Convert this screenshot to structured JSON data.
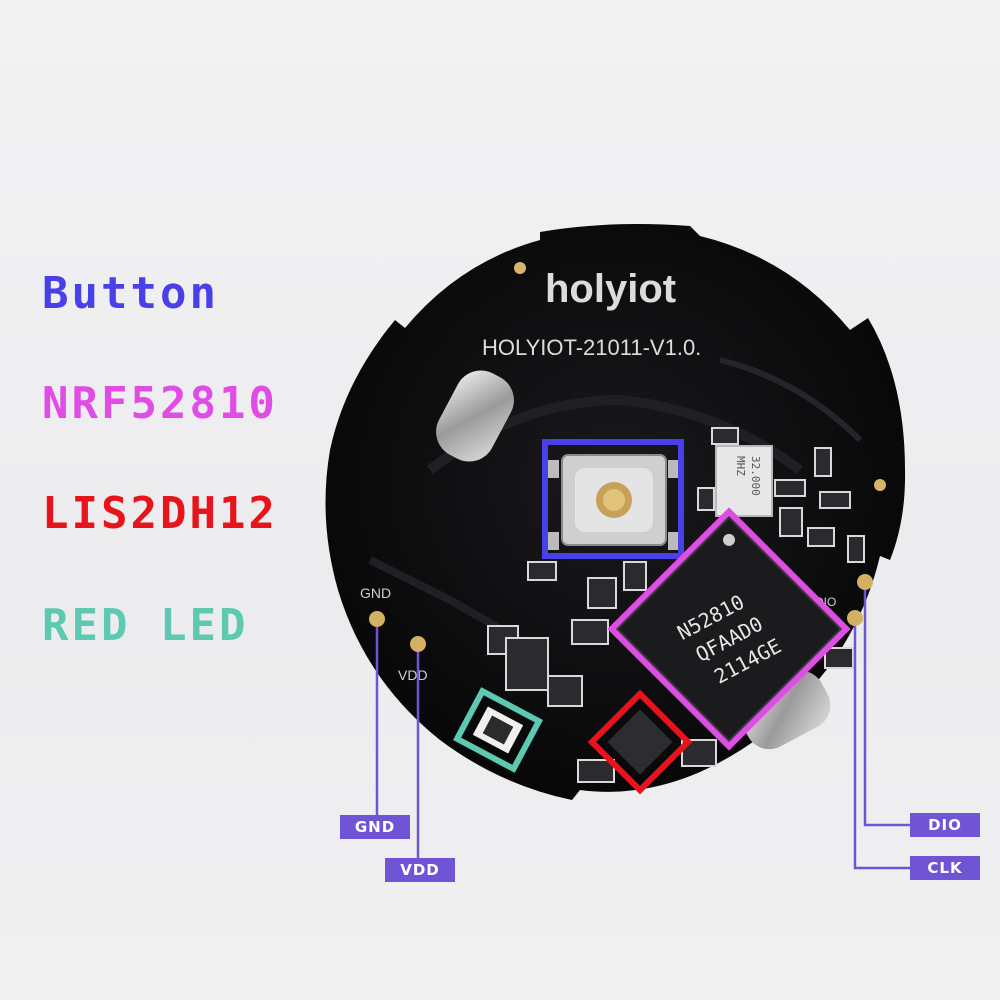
{
  "legend": {
    "button": "Button",
    "nrf": "NRF52810",
    "lis": "LIS2DH12",
    "led": "RED LED"
  },
  "colors": {
    "button": "#4a40e8",
    "nrf": "#e04ce6",
    "lis": "#e8141c",
    "led": "#5ec9b1",
    "pin_tag": "#6f55d6",
    "board": "#0d0d0f"
  },
  "board": {
    "brand": "holyiot",
    "model": "HOLYIOT-21011-V1.0.",
    "chip_line1": "N52810",
    "chip_line2": "QFAAD0",
    "chip_line3": "2114GE",
    "crystal_line1": "32.000",
    "crystal_line2": "MHZ",
    "silk_gnd": "GND",
    "silk_vdd": "VDD",
    "silk_dio": "DIO"
  },
  "pins": {
    "gnd": "GND",
    "vdd": "VDD",
    "dio": "DIO",
    "clk": "CLK"
  }
}
